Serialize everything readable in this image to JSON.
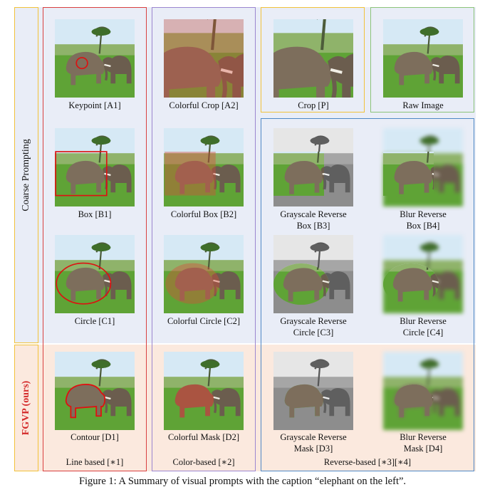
{
  "side_labels": {
    "coarse": "Coarse Prompting",
    "fgvp": "FGVP (ours)"
  },
  "cells": {
    "a1": "Keypoint [A1]",
    "a2": "Colorful Crop [A2]",
    "p": "Crop [P]",
    "raw": "Raw Image",
    "b1": "Box [B1]",
    "b2": "Colorful Box [B2]",
    "b3_line1": "Grayscale Reverse",
    "b3_line2": "Box [B3]",
    "b4_line1": "Blur Reverse",
    "b4_line2": "Box [B4]",
    "c1": "Circle [C1]",
    "c2": "Colorful Circle [C2]",
    "c3_line1": "Grayscale Reverse",
    "c3_line2": "Circle [C3]",
    "c4_line1": "Blur Reverse",
    "c4_line2": "Circle [C4]",
    "d1": "Contour [D1]",
    "d2": "Colorful Mask [D2]",
    "d3_line1": "Grayscale Reverse",
    "d3_line2": "Mask [D3]",
    "d4_line1": "Blur Reverse",
    "d4_line2": "Mask [D4]"
  },
  "group_labels": {
    "line": "Line based [∗1]",
    "color": "Color-based [∗2]",
    "reverse": "Reverse-based [∗3][∗4]"
  },
  "caption": "Figure 1: A Summary of visual prompts with the caption “elephant on the left”.",
  "colors": {
    "yellow": "#f2c23a",
    "red": "#d94040",
    "purple": "#9b86d0",
    "green": "#8cc47a",
    "blue": "#4f88c6",
    "coarse_bg": "#e9edf7",
    "fgvp_bg": "#fbe9de"
  }
}
